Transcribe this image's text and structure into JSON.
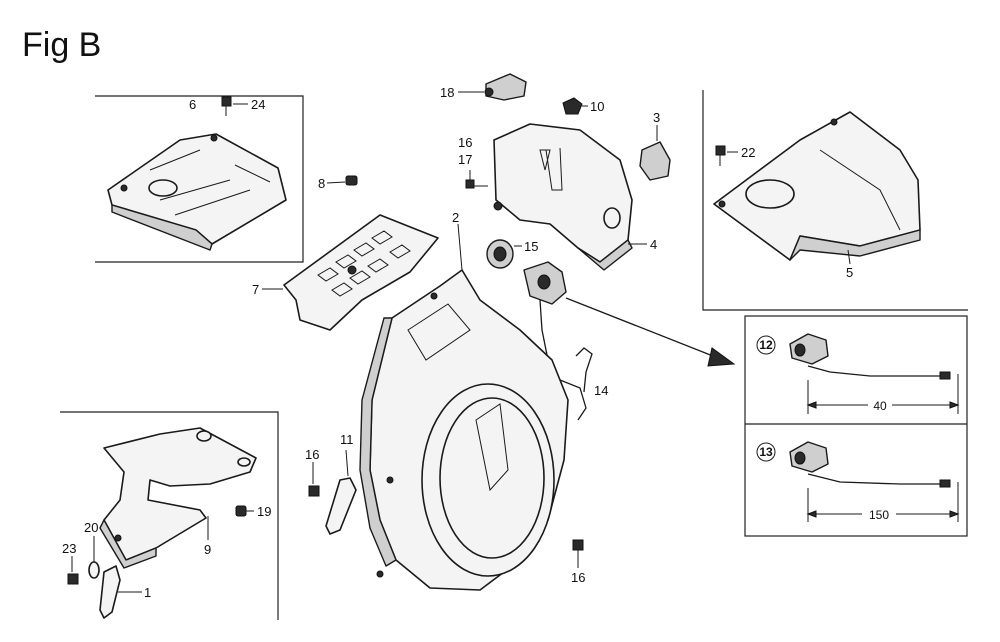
{
  "figure": {
    "title": "Fig B"
  },
  "callouts": {
    "c1": "1",
    "c2": "2",
    "c3": "3",
    "c4": "4",
    "c5": "5",
    "c6": "6",
    "c7": "7",
    "c8": "8",
    "c9": "9",
    "c10": "10",
    "c11": "11",
    "c14": "14",
    "c15": "15",
    "c16a": "16",
    "c16b": "16",
    "c16c": "16",
    "c17": "17",
    "c18": "18",
    "c19": "19",
    "c20": "20",
    "c22": "22",
    "c23": "23",
    "c24": "24"
  },
  "inset": {
    "item12": {
      "number": "12",
      "dimension": "40"
    },
    "item13": {
      "number": "13",
      "dimension": "150"
    }
  }
}
